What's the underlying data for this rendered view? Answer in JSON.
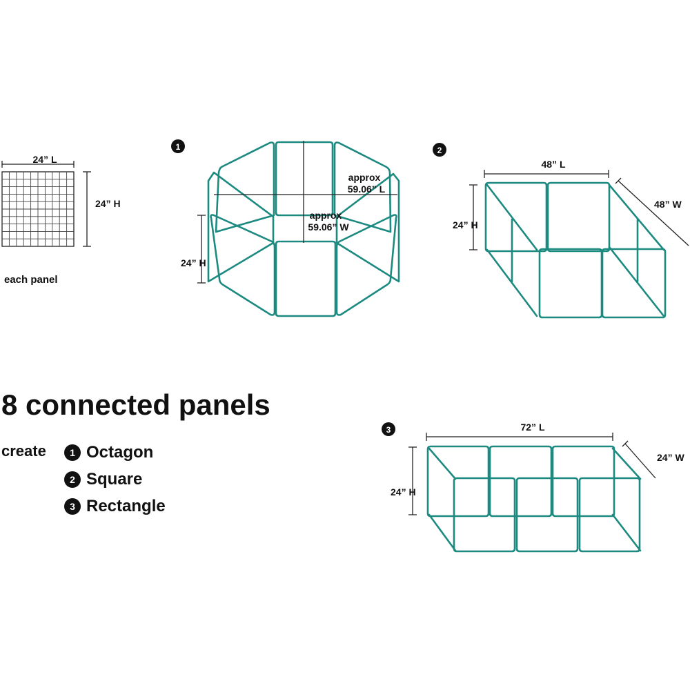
{
  "panel": {
    "length_label": "24” L",
    "height_label": "24” H",
    "caption": "each panel"
  },
  "octagon": {
    "badge": "1",
    "span_l_top": "approx",
    "span_l_bottom": "59.06”  L",
    "span_w_top": "approx",
    "span_w_bottom": "59.06”  W",
    "height_label": "24”  H"
  },
  "square": {
    "badge": "2",
    "length_label": "48”  L",
    "width_label": "48”  W",
    "height_label": "24” H"
  },
  "rectangle": {
    "badge": "3",
    "length_label": "72”  L",
    "width_label": "24”  W",
    "height_label": "24”  H"
  },
  "headline": "8 connected panels",
  "create_label": "create",
  "options": [
    {
      "num": "1",
      "label": "Octagon"
    },
    {
      "num": "2",
      "label": "Square"
    },
    {
      "num": "3",
      "label": "Rectangle"
    }
  ],
  "colors": {
    "panel_frame": "#1c8a80",
    "text": "#111111",
    "background": "#ffffff"
  }
}
